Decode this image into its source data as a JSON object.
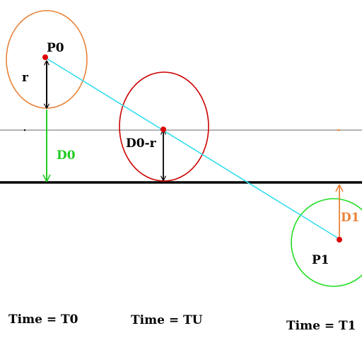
{
  "labels": {
    "p0": "P0",
    "p1": "P1",
    "radius": "r",
    "d0": "D0",
    "d0_minus_r": "D0-r",
    "d1": "D1",
    "time_t0": "Time = T0",
    "time_tu": "Time = TU",
    "time_t1": "Time = T1"
  },
  "colors": {
    "sphere_t0": "#e8833a",
    "sphere_tu": "#cc0000",
    "sphere_t1": "#22dd22",
    "trajectory": "#33ddee",
    "center_point": "#dd0000",
    "d0_arrow": "#22cc22",
    "d1_arrow": "#e8833a",
    "plane_line": "#000000",
    "offset_line": "#888888"
  }
}
